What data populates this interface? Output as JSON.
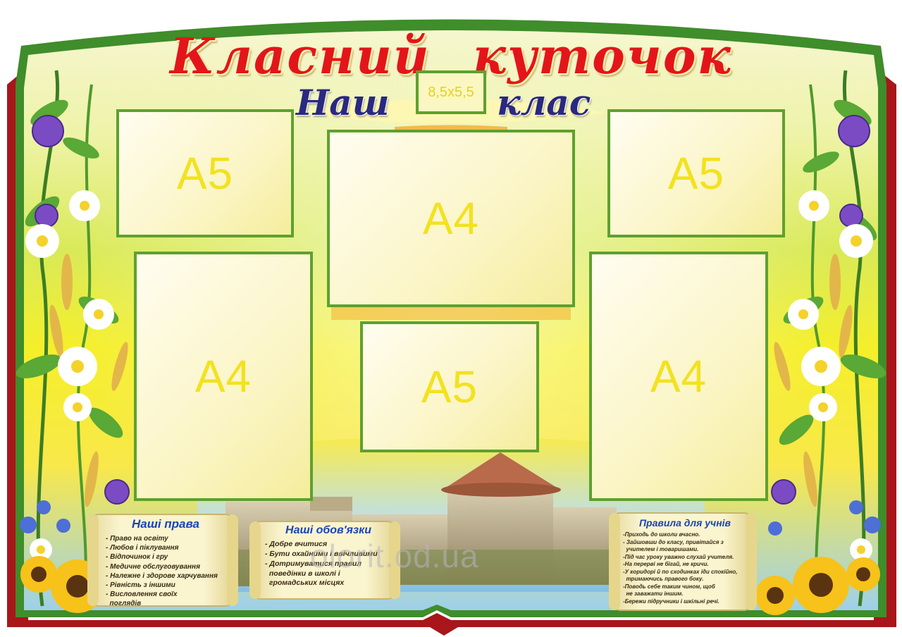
{
  "title": {
    "word1": "Класний",
    "word2": "куточок"
  },
  "subtitle": {
    "left": "Наш",
    "right": "клас"
  },
  "photo_slot": "8,5х5,5",
  "pockets": {
    "top_left": "A5",
    "center_top": "A4",
    "top_right": "A5",
    "mid_left": "A4",
    "center_bottom": "A5",
    "mid_right": "A4"
  },
  "rights": {
    "title": "Наші права",
    "items": [
      "- Право на освіту",
      "- Любов і піклування",
      "- Відпочинок і гру",
      "- Медичне обслуговування",
      "- Належне і здорове харчування",
      "- Рівність з іншими",
      "- Висловлення своїх",
      "  поглядів"
    ]
  },
  "duties": {
    "title": "Наші обов'язки",
    "items": [
      "- Добре вчитися",
      "- Бути охайними і ввічливими",
      "- Дотримуватися правил",
      "  поведінки в школі і",
      "  громадських місцях"
    ]
  },
  "rules": {
    "title": "Правила для учнів",
    "items": [
      "-Приходь до школи вчасно.",
      "- Зайшовши до класу, привітайся з",
      "  учителем і товаришами.",
      "-Під час уроку уважно слухай учителя.",
      "-На перерві не бігай, не кричи.",
      "-У коридорі й по сходинках іди спокійно,",
      "  тримаючись правого боку.",
      "-Поводь себе таким чином, щоб",
      "  не заважати іншим.",
      "-Бережи підручники і шкільні речі."
    ]
  },
  "watermark": "olorit.od.ua",
  "colors": {
    "frame_red": "#a8161b",
    "frame_green": "#3f8d2b",
    "title_red": "#e3151b",
    "subtitle_blue": "#2a2880",
    "pocket_border": "#5ea12e",
    "pocket_text": "#f2e21f",
    "scroll_title": "#1a44b8"
  },
  "icons": [
    "periwinkle-flower-icon",
    "daisy-icon",
    "wheat-icon",
    "sunflower-icon",
    "cornflower-icon",
    "fortress-tower-icon"
  ]
}
